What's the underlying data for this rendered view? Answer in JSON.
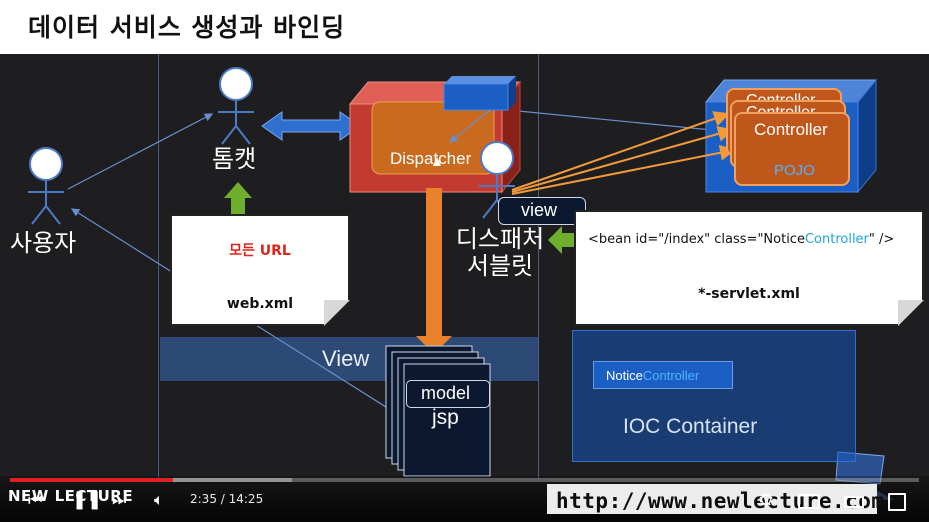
{
  "page": {
    "title": "데이터 서비스 생성과 바인딩"
  },
  "diagram": {
    "actors": {
      "user": "사용자",
      "tomcat": "톰캣",
      "dispatcher_servlet": "디스패처\n서블릿"
    },
    "dispatcher_box": "Dispatcher",
    "view_tag": "view",
    "view_band": "View",
    "pages": {
      "model": "model",
      "jsp": "jsp"
    },
    "web_xml_note": {
      "highlight": "모든 URL",
      "file": "web.xml",
      "highlight_color": "#e0241b"
    },
    "servlet_note": {
      "bean_prefix": "<bean id=\"/index\" class=\"Notice",
      "bean_class_highlight": "Controller",
      "bean_suffix": "\" />",
      "file": "*-servlet.xml",
      "highlight_color": "#1fa3e0"
    },
    "controllers": {
      "back": "Controller",
      "middle": "Controller",
      "front": "Controller",
      "pojo": "POJO"
    },
    "ioc": {
      "label": "IOC Container",
      "bean_prefix": "Notice",
      "bean_highlight": "Controller"
    }
  },
  "player": {
    "logo": "NEW LECTURE",
    "time": "2:35 / 14:25",
    "progress": 0.179,
    "buffered": 0.31,
    "url": "http://www.newlecture.com",
    "icons": [
      "skip-back-icon",
      "pause-icon",
      "skip-forward-icon",
      "volume-icon",
      "settings-icon",
      "miniplayer-icon",
      "theater-icon",
      "fullscreen-icon"
    ]
  },
  "colors": {
    "slide_bg": "#1e1e20",
    "blue_box": "#1b5fc4",
    "red_box": "#c23a30",
    "orange": "#e0701c",
    "green_arrow": "#6fae2e"
  }
}
